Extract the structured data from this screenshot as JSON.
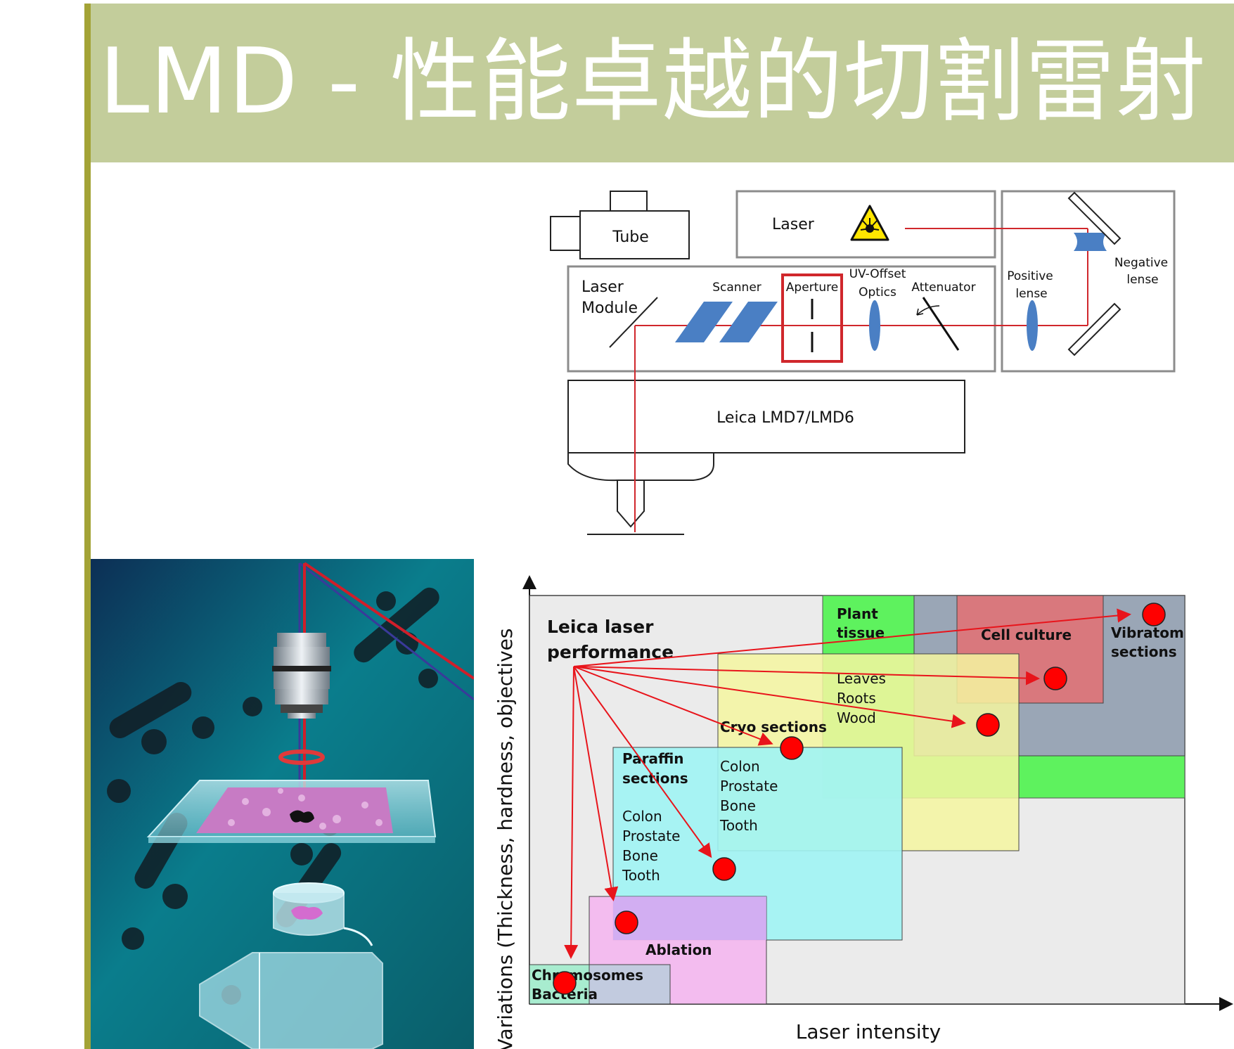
{
  "slide": {
    "title": "LMD - 性能卓越的切割雷射"
  },
  "schematic": {
    "tube_label": "Tube",
    "laser_label": "Laser",
    "laser_module_line1": "Laser",
    "laser_module_line2": "Module",
    "scanner_label": "Scanner",
    "aperture_label": "Aperture",
    "uv_offset_line1": "UV-Offset",
    "uv_offset_line2": "Optics",
    "attenuator_label": "Attenuator",
    "positive_line1": "Positive",
    "positive_line2": "lense",
    "negative_line1": "Negative",
    "negative_line2": "lense",
    "microscope_label": "Leica LMD7/LMD6",
    "beam_color": "#d0272c",
    "aperture_color": "#d0272c",
    "optics_color": "#4a7fc4"
  },
  "illustration": {
    "icon": "microscope-objective-laser-cut-illustration",
    "background_color": "#0a8a8a"
  },
  "performance": {
    "heading_line1": "Leica laser",
    "heading_line2": "performance",
    "y_axis_label": "Variations (Thickness, hardness, objectives",
    "x_axis_label": "Laser intensity",
    "regions": {
      "plant_tissue": {
        "title_line1": "Plant",
        "title_line2": "tissue",
        "items": [
          "Leaves",
          "Roots",
          "Wood"
        ],
        "color": "#5ef25e"
      },
      "cell_culture": {
        "title": "Cell culture",
        "color": "#d9787d"
      },
      "vibratom": {
        "title_line1": "Vibratom",
        "title_line2": "sections",
        "color": "#9aa6b6"
      },
      "cryo": {
        "title": "Cryo sections",
        "items": [
          "Colon",
          "Prostate",
          "Bone",
          "Tooth"
        ],
        "color": "#f4f6a0"
      },
      "paraffin": {
        "title_line1": "Paraffin",
        "title_line2": "sections",
        "items": [
          "Colon",
          "Prostate",
          "Bone",
          "Tooth"
        ],
        "color": "#a0f4f4"
      },
      "ablation": {
        "title": "Ablation",
        "color": "#f3b9ef"
      },
      "chromosomes": {
        "title_line1": "Chromosomes",
        "title_line2": "Bacteria",
        "color": "#a8eccf"
      }
    },
    "arrow_color": "#e8141b",
    "marker_color": "#ff0000"
  }
}
